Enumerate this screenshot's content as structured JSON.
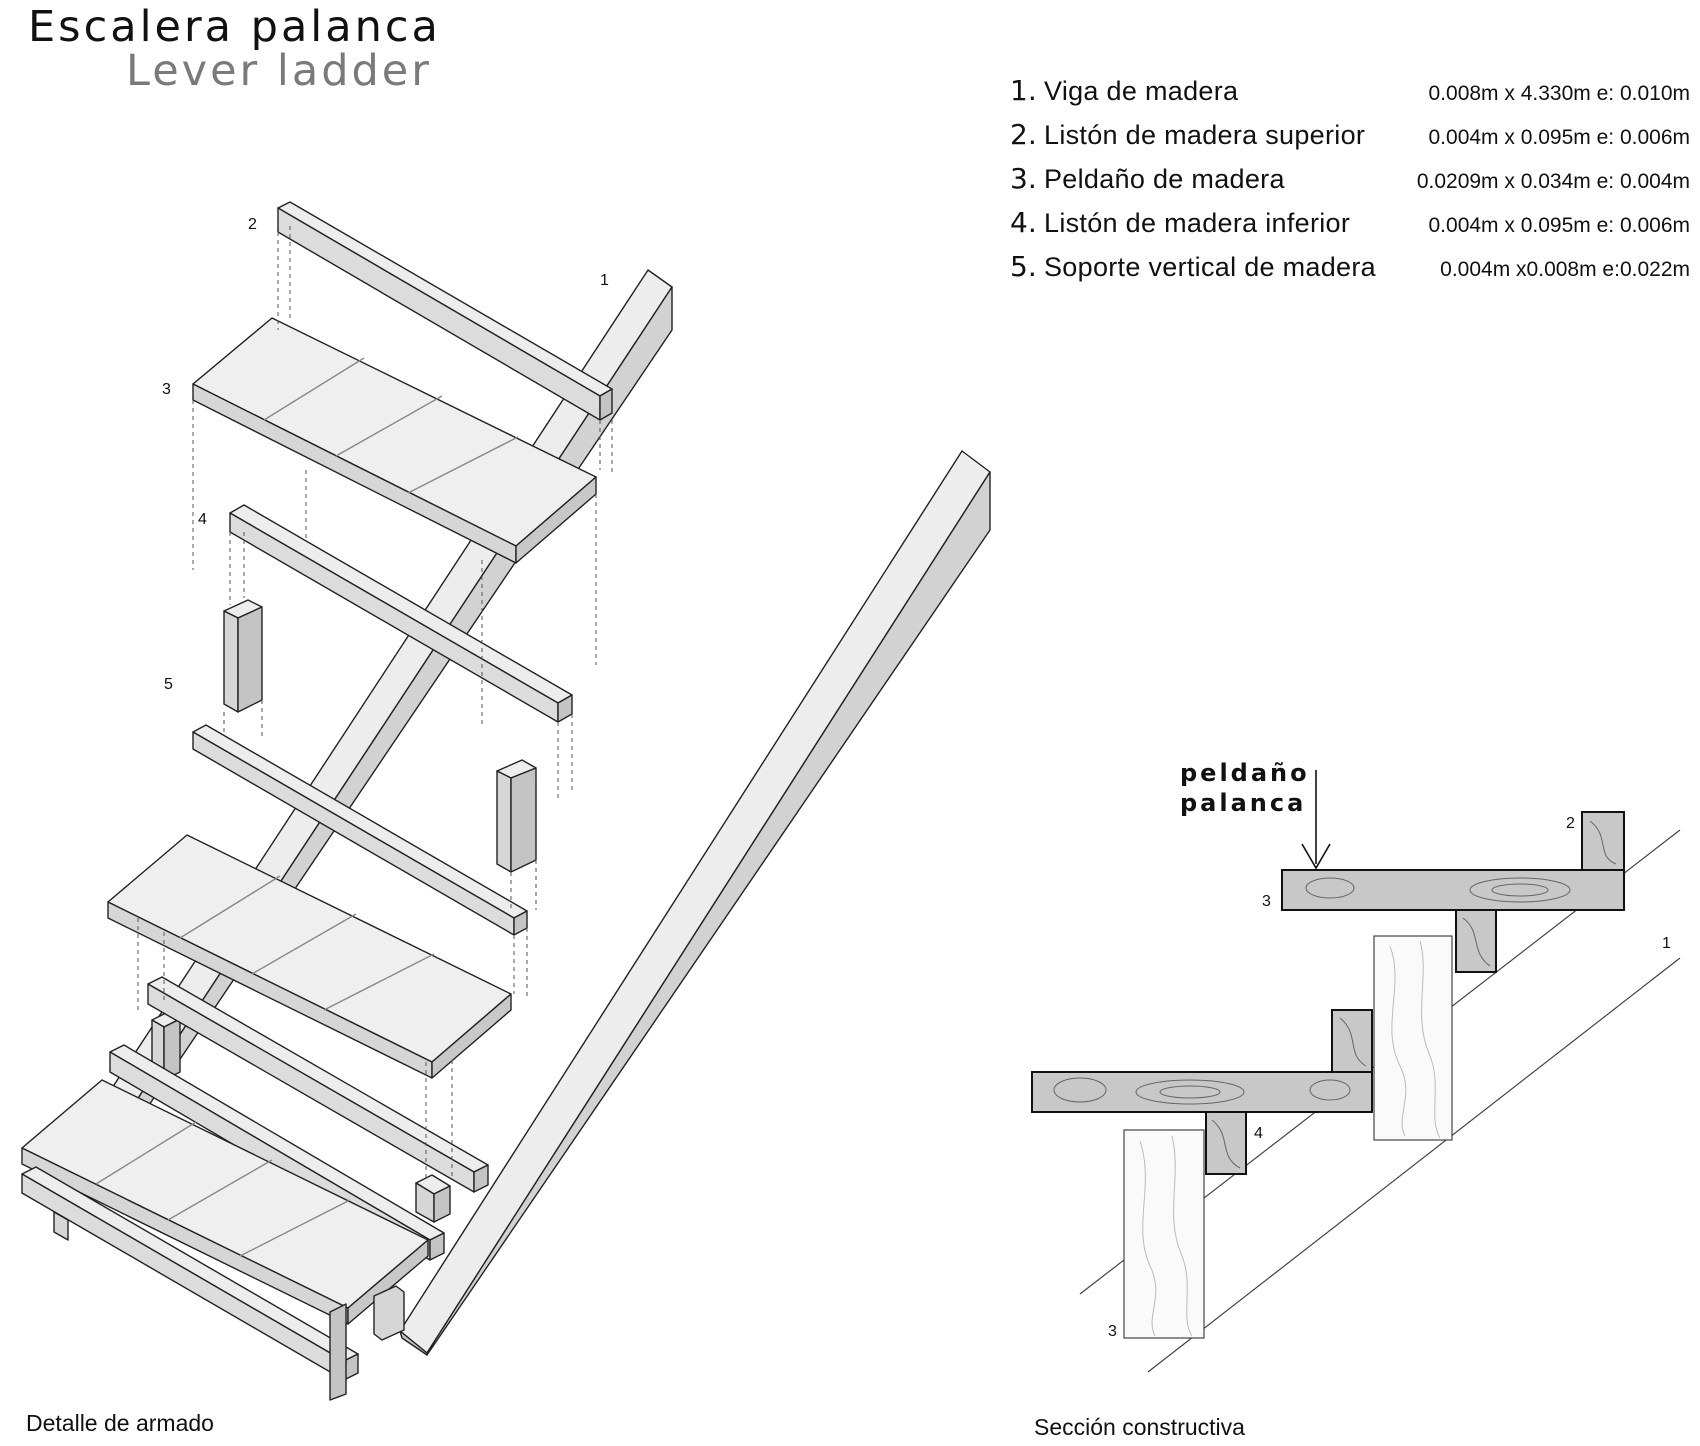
{
  "title": "Escalera palanca",
  "subtitle": "Lever ladder",
  "legend": [
    {
      "num": "1.",
      "name": "Viga de madera",
      "dims": "0.008m x 4.330m e: 0.010m"
    },
    {
      "num": "2.",
      "name": "Listón de madera superior",
      "dims": "0.004m x 0.095m e: 0.006m"
    },
    {
      "num": "3.",
      "name": "Peldaño de madera",
      "dims": "0.0209m x 0.034m e: 0.004m"
    },
    {
      "num": "4.",
      "name": "Listón de madera inferior",
      "dims": "0.004m x 0.095m e: 0.006m"
    },
    {
      "num": "5.",
      "name": "Soporte vertical de madera",
      "dims": "0.004m x0.008m e:0.022m"
    }
  ],
  "axonometric": {
    "labels": [
      "1",
      "2",
      "3",
      "4",
      "5"
    ],
    "caption": "Detalle de armado"
  },
  "section": {
    "arrow_label_line1": "peldaño",
    "arrow_label_line2": "palanca",
    "labels": [
      "2",
      "3",
      "1",
      "4",
      "3"
    ],
    "caption": "Sección constructiva"
  },
  "colors": {
    "wood_fill": "#c8c8c8",
    "light_face": "#ededed",
    "mid_face": "#d6d6d6",
    "dark_face": "#c4c4c4",
    "line": "#222222"
  }
}
